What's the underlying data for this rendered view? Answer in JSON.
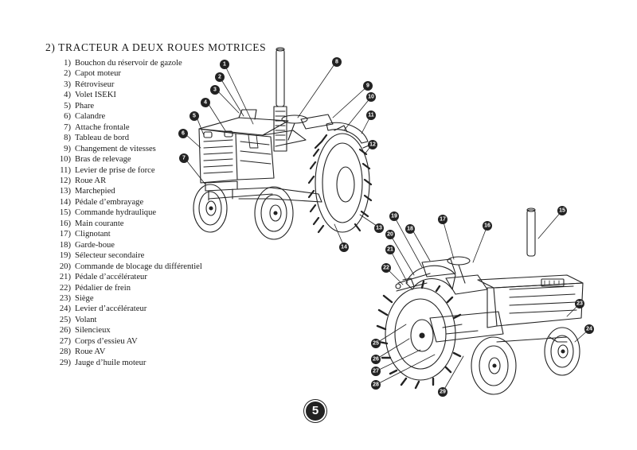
{
  "title": "2) TRACTEUR A DEUX ROUES MOTRICES",
  "parts": [
    {
      "num": "1)",
      "label": "Bouchon du réservoir de gazole"
    },
    {
      "num": "2)",
      "label": "Capot moteur"
    },
    {
      "num": "3)",
      "label": "Rétroviseur"
    },
    {
      "num": "4)",
      "label": "Volet ISEKI"
    },
    {
      "num": "5)",
      "label": "Phare"
    },
    {
      "num": "6)",
      "label": "Calandre"
    },
    {
      "num": "7)",
      "label": "Attache frontale"
    },
    {
      "num": "8)",
      "label": "Tableau de bord"
    },
    {
      "num": "9)",
      "label": "Changement de vitesses"
    },
    {
      "num": "10)",
      "label": "Bras de relevage"
    },
    {
      "num": "11)",
      "label": "Levier de prise de force"
    },
    {
      "num": "12)",
      "label": "Roue AR"
    },
    {
      "num": "13)",
      "label": "Marchepied"
    },
    {
      "num": "14)",
      "label": "Pédale d’embrayage"
    },
    {
      "num": "15)",
      "label": "Commande hydraulique"
    },
    {
      "num": "16)",
      "label": "Main courante"
    },
    {
      "num": "17)",
      "label": "Clignotant"
    },
    {
      "num": "18)",
      "label": "Garde-boue"
    },
    {
      "num": "19)",
      "label": "Sélecteur secondaire"
    },
    {
      "num": "20)",
      "label": "Commande de blocage du différentiel"
    },
    {
      "num": "21)",
      "label": "Pédale d’accélérateur"
    },
    {
      "num": "22)",
      "label": "Pédalier de frein"
    },
    {
      "num": "23)",
      "label": "Siège"
    },
    {
      "num": "24)",
      "label": "Levier d’accélérateur"
    },
    {
      "num": "25)",
      "label": "Volant"
    },
    {
      "num": "26)",
      "label": "Silencieux"
    },
    {
      "num": "27)",
      "label": "Corps d’essieu AV"
    },
    {
      "num": "28)",
      "label": "Roue AV"
    },
    {
      "num": "29)",
      "label": "Jauge d’huile moteur"
    }
  ],
  "page_number": "5"
}
